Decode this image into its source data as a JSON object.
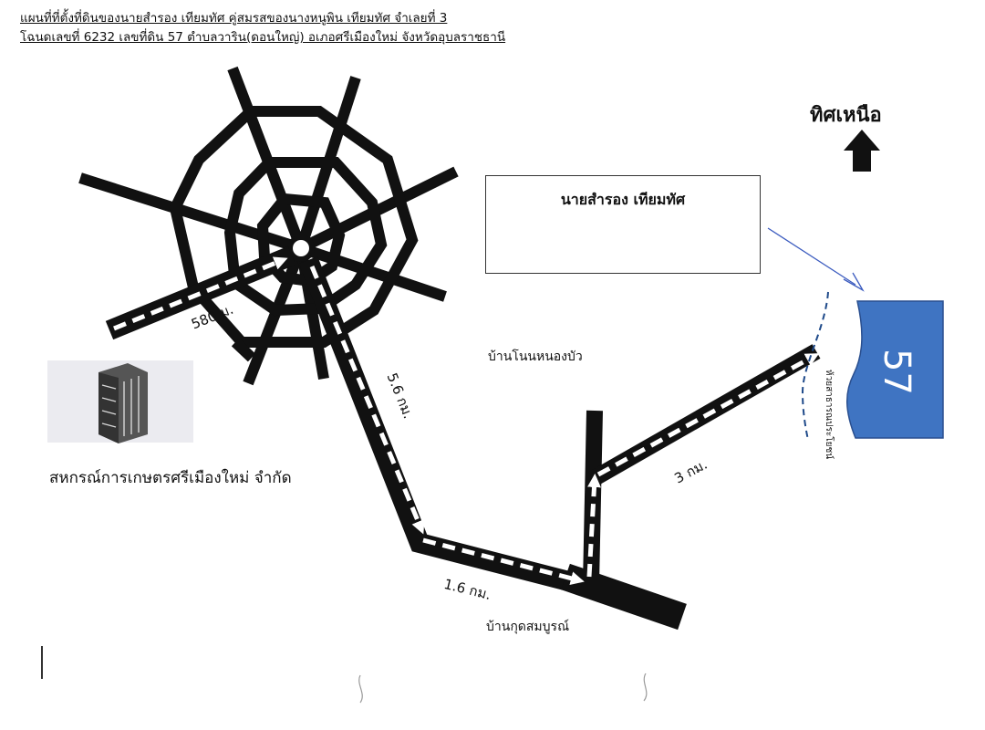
{
  "header": {
    "line1": "แผนที่ที่ตั้งที่ดินของนายสำรอง   เทียมทัศ คู่สมรสของนางหนูพิน  เทียมทัศ จำเลยที่ 3",
    "line2": "โฉนดเลขที่ 6232 เลขที่ดิน 57 ตำบลวาริน(ดอนใหญ่) อเภอศรีเมืองใหม่ จังหวัดอุบลราชธานี"
  },
  "north": {
    "label": "ทิศเหนือ"
  },
  "owner_box": {
    "name": "นายสำรอง  เทียมทัศ"
  },
  "parcel": {
    "number": "57",
    "color": "#3f74c2"
  },
  "places": {
    "coop": "สหกรณ์การเกษตรศรีเมืองใหม่ จำกัด",
    "nonnongbua": "บ้านโนนหนองบัว",
    "kudsomboon": "บ้านกุดสมบูรณ์",
    "public_land": "ห้วยสาธารณประโยชน์"
  },
  "distances": {
    "d580": "580 ม.",
    "d56": "5.6 กม.",
    "d16": "1.6 กม.",
    "d3": "3 กม."
  }
}
